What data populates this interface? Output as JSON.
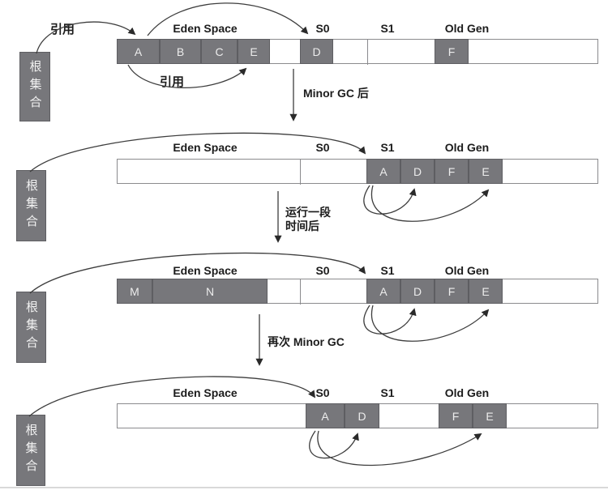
{
  "palette": {
    "block_fill": "#77777b",
    "block_border": "#5e5e62",
    "block_text": "#ececec",
    "strip_border": "#8b8b8e",
    "label_text": "#1c1c1c",
    "arrow": "#3d3d3d",
    "background": "#ffffff"
  },
  "root_set_label": "根集合",
  "region_labels": {
    "eden": "Eden Space",
    "s0": "S0",
    "s1": "S1",
    "old_gen": "Old Gen"
  },
  "reference_labels": {
    "top": "引用",
    "bottom": "引用"
  },
  "transition_labels": {
    "after_minor_gc": "Minor GC 后",
    "after_running_line1": "运行一段",
    "after_running_line2": "时间后",
    "second_minor_gc": "再次 Minor GC"
  },
  "stages": [
    {
      "eden": [
        "A",
        "B",
        "C",
        "E"
      ],
      "s0": [
        "D"
      ],
      "s1": [],
      "old_gen": [
        "F"
      ]
    },
    {
      "eden": [],
      "s0": [],
      "s1": [
        "A",
        "D"
      ],
      "old_gen": [
        "F",
        "E"
      ]
    },
    {
      "eden": [
        "M",
        "N"
      ],
      "s0": [],
      "s1": [
        "A",
        "D"
      ],
      "old_gen": [
        "F",
        "E"
      ]
    },
    {
      "eden": [],
      "s0": [
        "A",
        "D"
      ],
      "s1": [],
      "old_gen": [
        "F",
        "E"
      ]
    }
  ]
}
